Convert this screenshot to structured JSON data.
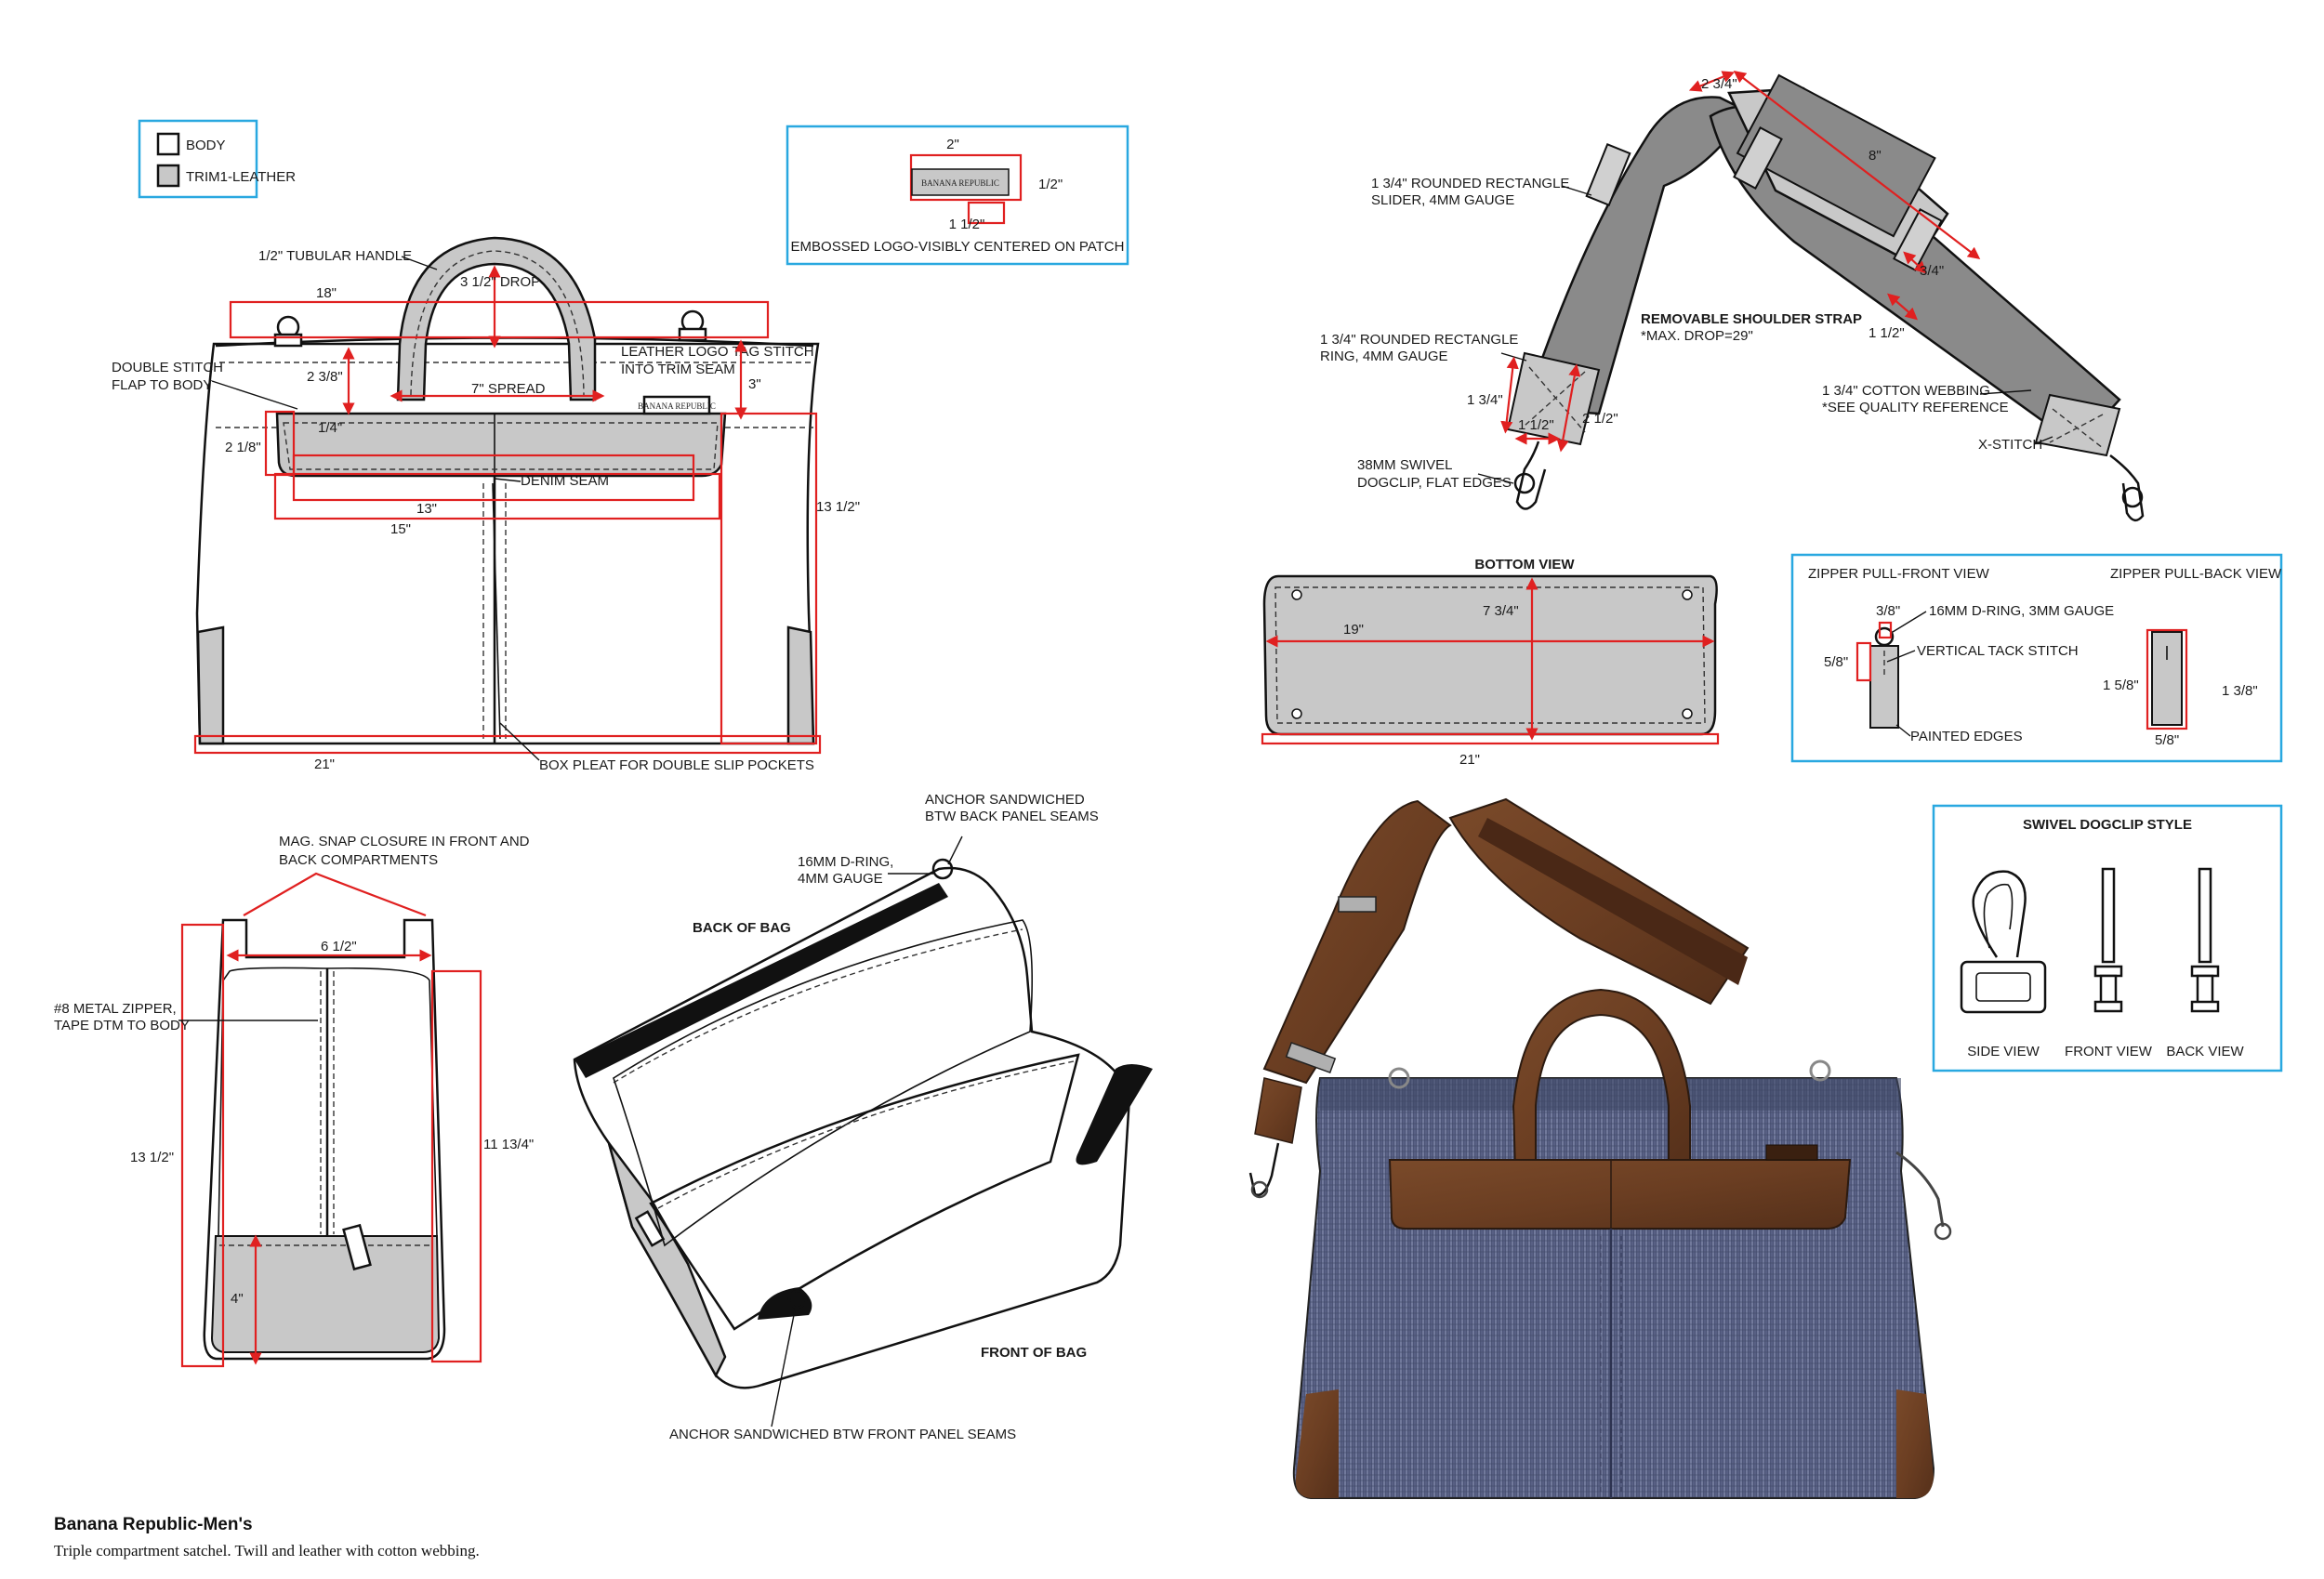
{
  "legend": {
    "body": "BODY",
    "trim": "TRIM1-LEATHER"
  },
  "logo_box": {
    "width": "2\"",
    "height": "1/2\"",
    "inner": "1 1/2\"",
    "brand": "BANANA REPUBLIC",
    "caption": "EMBOSSED LOGO-VISIBLY CENTERED ON PATCH"
  },
  "front": {
    "handle": "1/2\" TUBULAR HANDLE",
    "drop": "3 1/2\" DROP",
    "w18": "18\"",
    "double_stitch_1": "DOUBLE STITCH",
    "double_stitch_2": "FLAP TO BODY",
    "h238": "2 3/8\"",
    "spread": "7\" SPREAD",
    "logo_tack_1": "LEATHER LOGO TAG STITCH",
    "logo_tack_2": "INTO TRIM SEAM",
    "h3": "3\"",
    "q14": "1/4\"",
    "h218": "2 1/8\"",
    "denim": "DENIM SEAM",
    "w13": "13\"",
    "w15": "15\"",
    "h1312": "13 1/2\"",
    "w21": "21\"",
    "box_pleat": "BOX PLEAT FOR DOUBLE SLIP POCKETS",
    "brand_small": "BANANA REPUBLIC"
  },
  "strap": {
    "w234": "2 3/4\"",
    "w8": "8\"",
    "slider_1": "1 3/4\" ROUNDED RECTANGLE",
    "slider_2": "SLIDER, 4MM GAUGE",
    "q34": "3/4\"",
    "title": "REMOVABLE SHOULDER STRAP",
    "maxdrop": "*MAX. DROP=29\"",
    "ring_1": "1 3/4\" ROUNDED RECTANGLE",
    "ring_2": "RING, 4MM GAUGE",
    "h112": "1 1/2\"",
    "h134": "1 3/4\"",
    "h112b": "1 1/2\"",
    "h212": "2 1/2\"",
    "webbing_1": "1 3/4\" COTTON WEBBING",
    "webbing_2": "*SEE QUALITY REFERENCE",
    "xstitch": "X-STITCH",
    "swivel_1": "38MM SWIVEL",
    "swivel_2": "DOGCLIP, FLAT EDGES"
  },
  "bottom": {
    "title": "BOTTOM VIEW",
    "d734": "7 3/4\"",
    "d19": "19\"",
    "d21": "21\""
  },
  "zipper": {
    "front_title": "ZIPPER PULL-FRONT VIEW",
    "back_title": "ZIPPER PULL-BACK VIEW",
    "d38": "3/8\"",
    "dring": "16MM D-RING, 3MM GAUGE",
    "vertical": "VERTICAL TACK STITCH",
    "d58": "5/8\"",
    "painted": "PAINTED EDGES",
    "d158": "1 5/8\"",
    "d138": "1 3/8\"",
    "d58b": "5/8\""
  },
  "dogclip": {
    "title": "SWIVEL DOGCLIP STYLE",
    "side": "SIDE VIEW",
    "front": "FRONT VIEW",
    "back": "BACK VIEW"
  },
  "side": {
    "mag_1": "MAG. SNAP CLOSURE IN FRONT AND",
    "mag_2": "BACK COMPARTMENTS",
    "w612": "6 1/2\"",
    "zip_1": "#8 METAL ZIPPER,",
    "zip_2": "TAPE DTM TO BODY",
    "h1312": "13 1/2\"",
    "h111134": "11 13/4\"",
    "h4": "4\""
  },
  "open": {
    "anchor_back_1": "ANCHOR SANDWICHED",
    "anchor_back_2": "BTW BACK PANEL SEAMS",
    "dring_1": "16MM D-RING,",
    "dring_2": "4MM GAUGE",
    "back": "BACK OF BAG",
    "front": "FRONT OF BAG",
    "anchor_front": "ANCHOR SANDWICHED BTW FRONT PANEL SEAMS"
  },
  "colors": {
    "dimension": "#e02020",
    "frame": "#29a8e0",
    "trim": "#c8c8c8",
    "denim": "#5a6285",
    "leather": "#6b3e22"
  },
  "footer": {
    "title": "Banana Republic-Men's",
    "desc": "Triple compartment satchel. Twill and leather with cotton webbing."
  }
}
